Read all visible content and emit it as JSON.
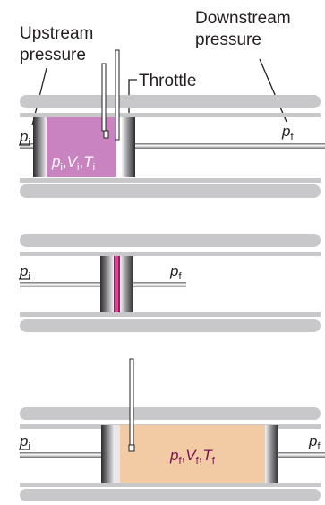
{
  "labels": {
    "upstream_line1": "Upstream",
    "upstream_line2": "pressure",
    "downstream_line1": "Downstream",
    "downstream_line2": "pressure",
    "throttle": "Throttle"
  },
  "symbols": {
    "p": "p",
    "V": "V",
    "T": "T",
    "sub_i": "i",
    "sub_f": "f",
    "sep": ","
  },
  "colors": {
    "tube": "#c8c8ca",
    "initial_gas": "#c883c0",
    "final_gas": "#f2cba4",
    "piston_dark": "#333335",
    "throttle_plug": "#b8096b"
  }
}
